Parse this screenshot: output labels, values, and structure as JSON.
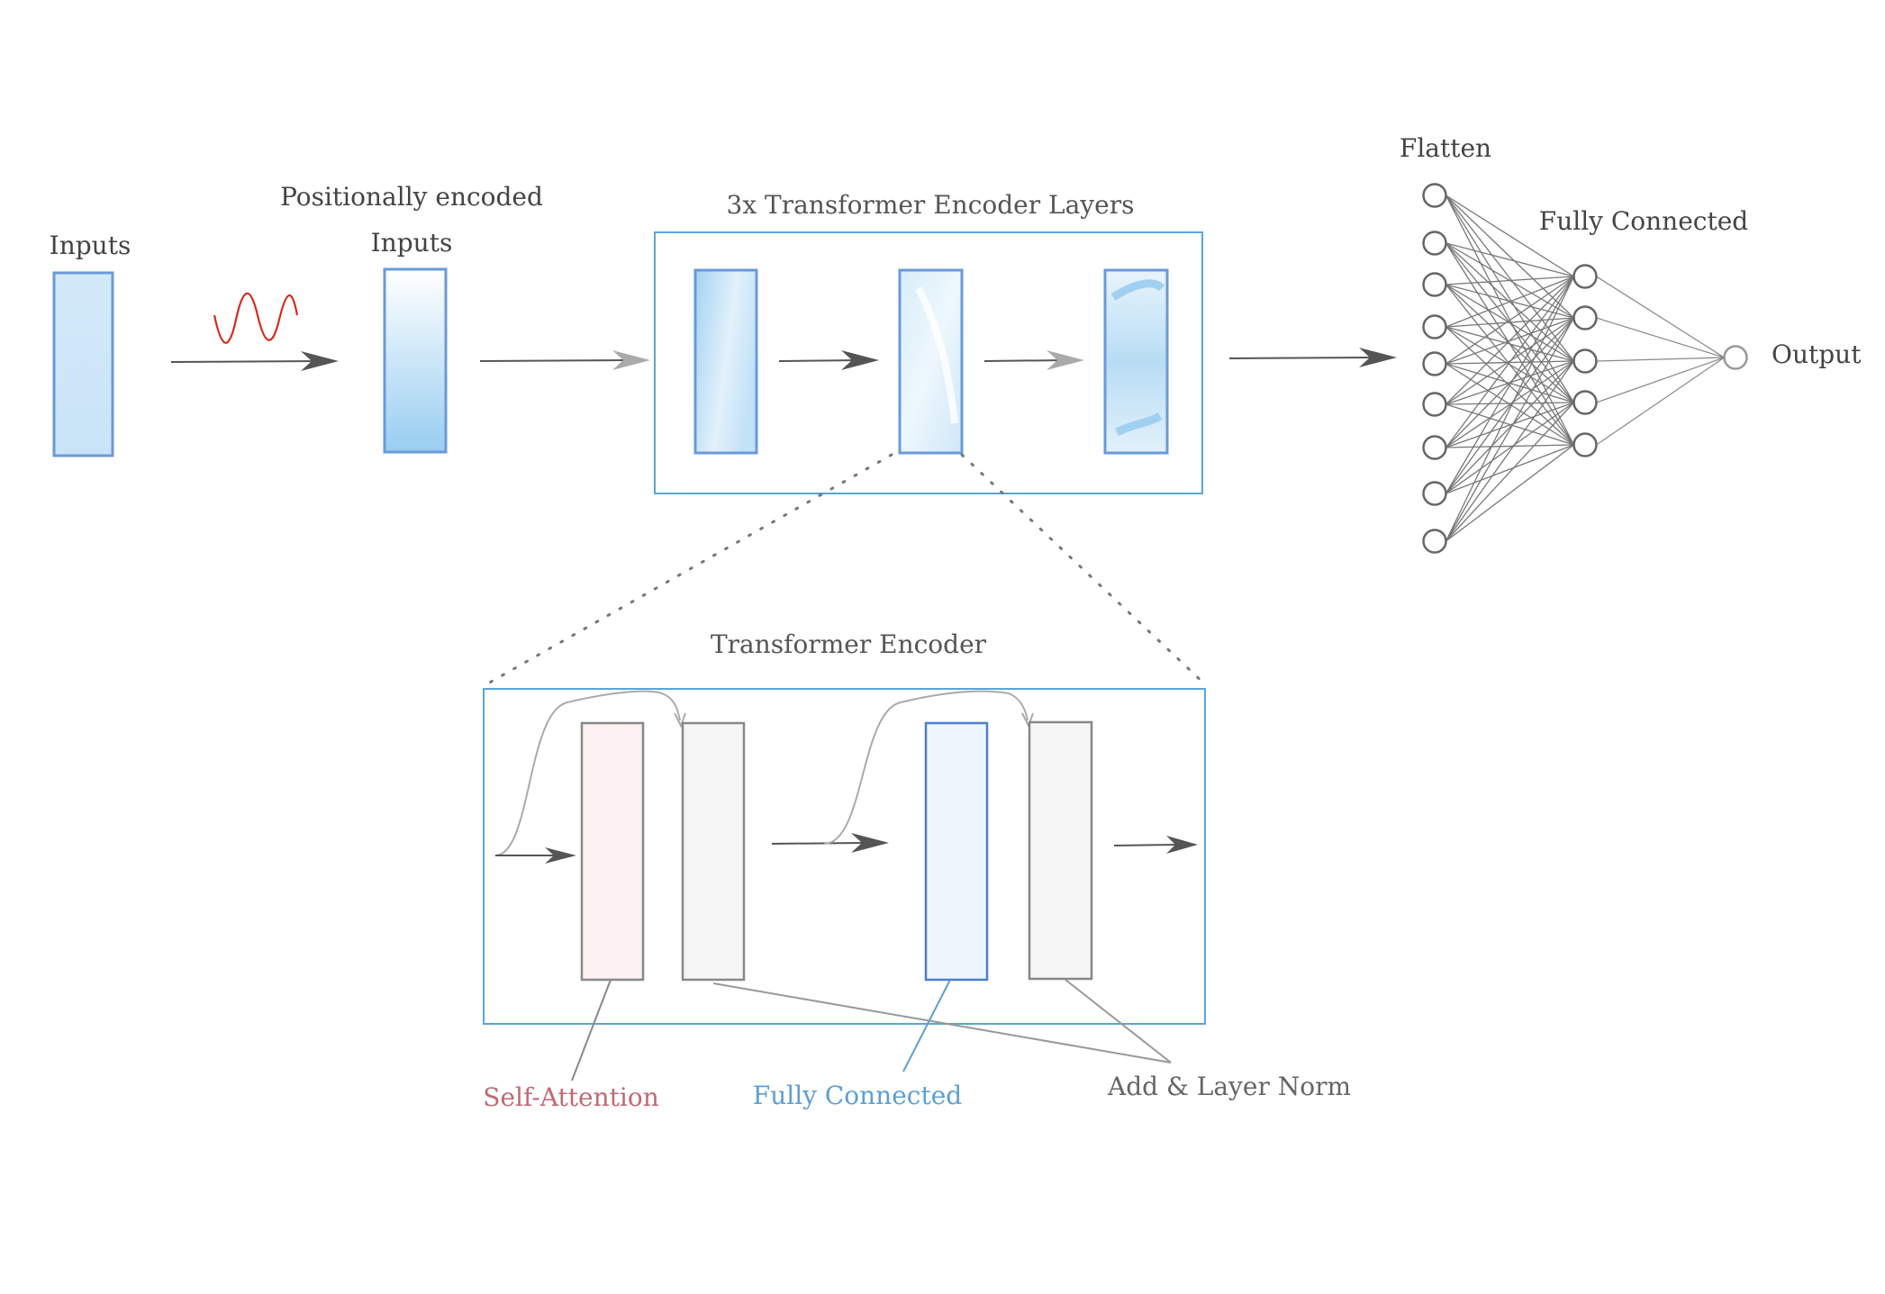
{
  "labels": {
    "inputs": "Inputs",
    "pos_encoded_line1": "Positionally encoded",
    "pos_encoded_line2": "Inputs",
    "encoder_stack": "3x Transformer Encoder Layers",
    "flatten": "Flatten",
    "fully_connected_top": "Fully Connected",
    "output": "Output",
    "transformer_encoder": "Transformer Encoder",
    "self_attention": "Self-Attention",
    "fully_connected_bottom": "Fully Connected",
    "add_layer_norm": "Add & Layer Norm"
  },
  "colors": {
    "block_stroke": "#6a9ad8",
    "box_stroke": "#5aa5d8",
    "block_fill_light": "#cfe6f8",
    "block_fill_dark": "#9fd0f1",
    "sine_wave": "#d62a1a",
    "arrow_dark": "#555555",
    "arrow_light": "#aaaaaa",
    "neuron_stroke": "#666666",
    "self_attention": "#c06a72",
    "self_attention_fill": "#fdf1f1",
    "fully_connected": "#5b9fd6",
    "fully_connected_fill": "#eef6fd",
    "add_norm": "#808080",
    "add_norm_fill": "#f6f6f6"
  },
  "network": {
    "flatten_neurons": 9,
    "fully_connected_neurons": 5,
    "output_neurons": 1
  }
}
